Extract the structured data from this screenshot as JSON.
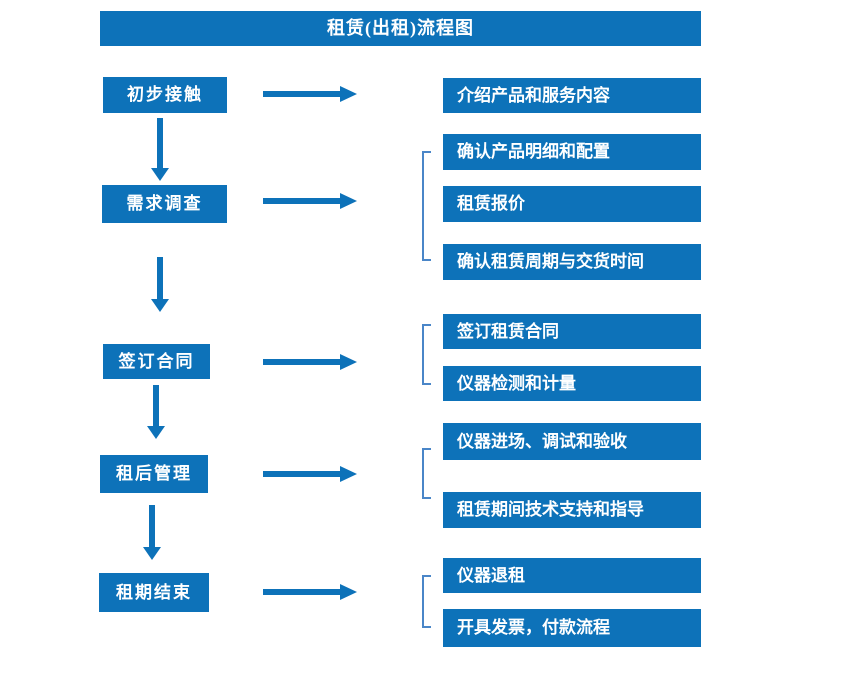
{
  "title": "租赁(出租)流程图",
  "colors": {
    "primary_blue": "#0d72b9",
    "bracket_blue": "#4a86c8",
    "text_on_blue": "#ffffff",
    "background": "#ffffff"
  },
  "steps": [
    {
      "label": "初步接触",
      "outputs": [
        "介绍产品和服务内容"
      ]
    },
    {
      "label": "需求调查",
      "outputs": [
        "确认产品明细和配置",
        "租赁报价",
        "确认租赁周期与交货时间"
      ]
    },
    {
      "label": "签订合同",
      "outputs": [
        "签订租赁合同",
        "仪器检测和计量"
      ]
    },
    {
      "label": "租后管理",
      "outputs": [
        "仪器进场、调试和验收",
        "租赁期间技术支持和指导"
      ]
    },
    {
      "label": "租期结束",
      "outputs": [
        "仪器退租",
        "开具发票，付款流程"
      ]
    }
  ]
}
